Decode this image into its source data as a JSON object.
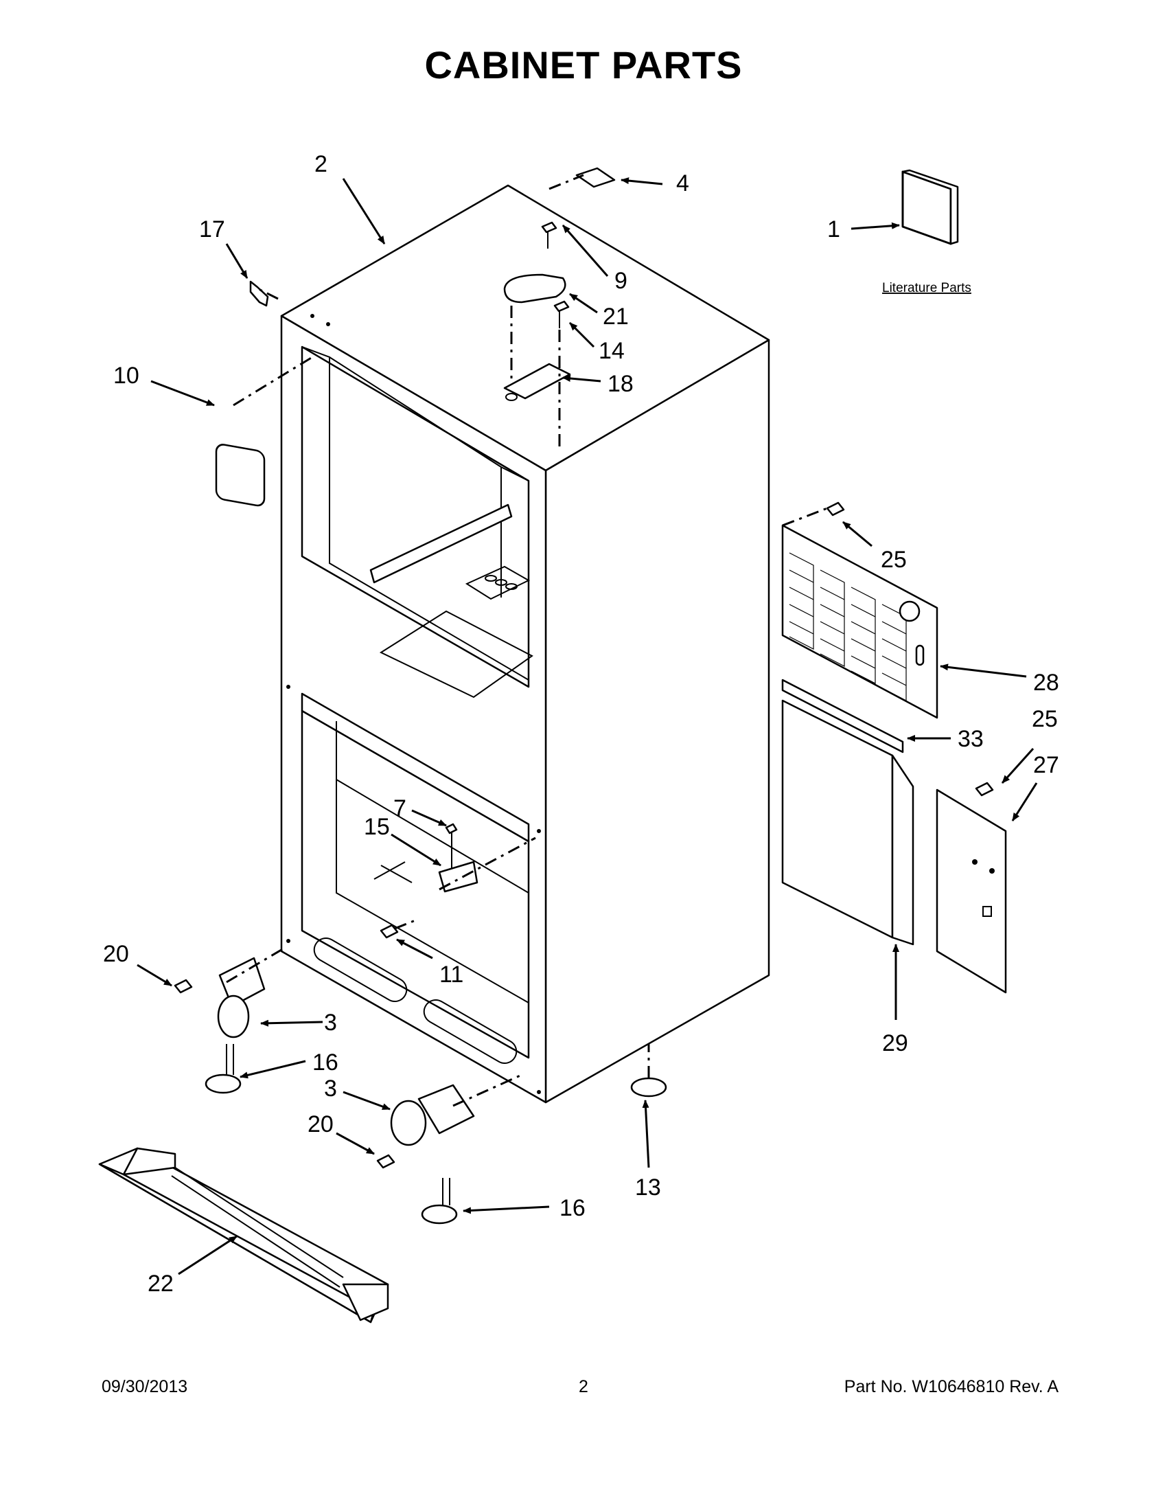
{
  "title": "CABINET PARTS",
  "literature_label": "Literature Parts",
  "footer": {
    "date": "09/30/2013",
    "page": "2",
    "part_no": "Part No.  W10646810  Rev.  A"
  },
  "callouts": {
    "c1": "1",
    "c2": "2",
    "c3a": "3",
    "c3b": "3",
    "c4": "4",
    "c7": "7",
    "c9": "9",
    "c10": "10",
    "c11": "11",
    "c13": "13",
    "c14": "14",
    "c15": "15",
    "c16a": "16",
    "c16b": "16",
    "c17": "17",
    "c18": "18",
    "c20a": "20",
    "c20b": "20",
    "c21": "21",
    "c22": "22",
    "c25a": "25",
    "c25b": "25",
    "c27": "27",
    "c28": "28",
    "c29": "29",
    "c33": "33"
  }
}
